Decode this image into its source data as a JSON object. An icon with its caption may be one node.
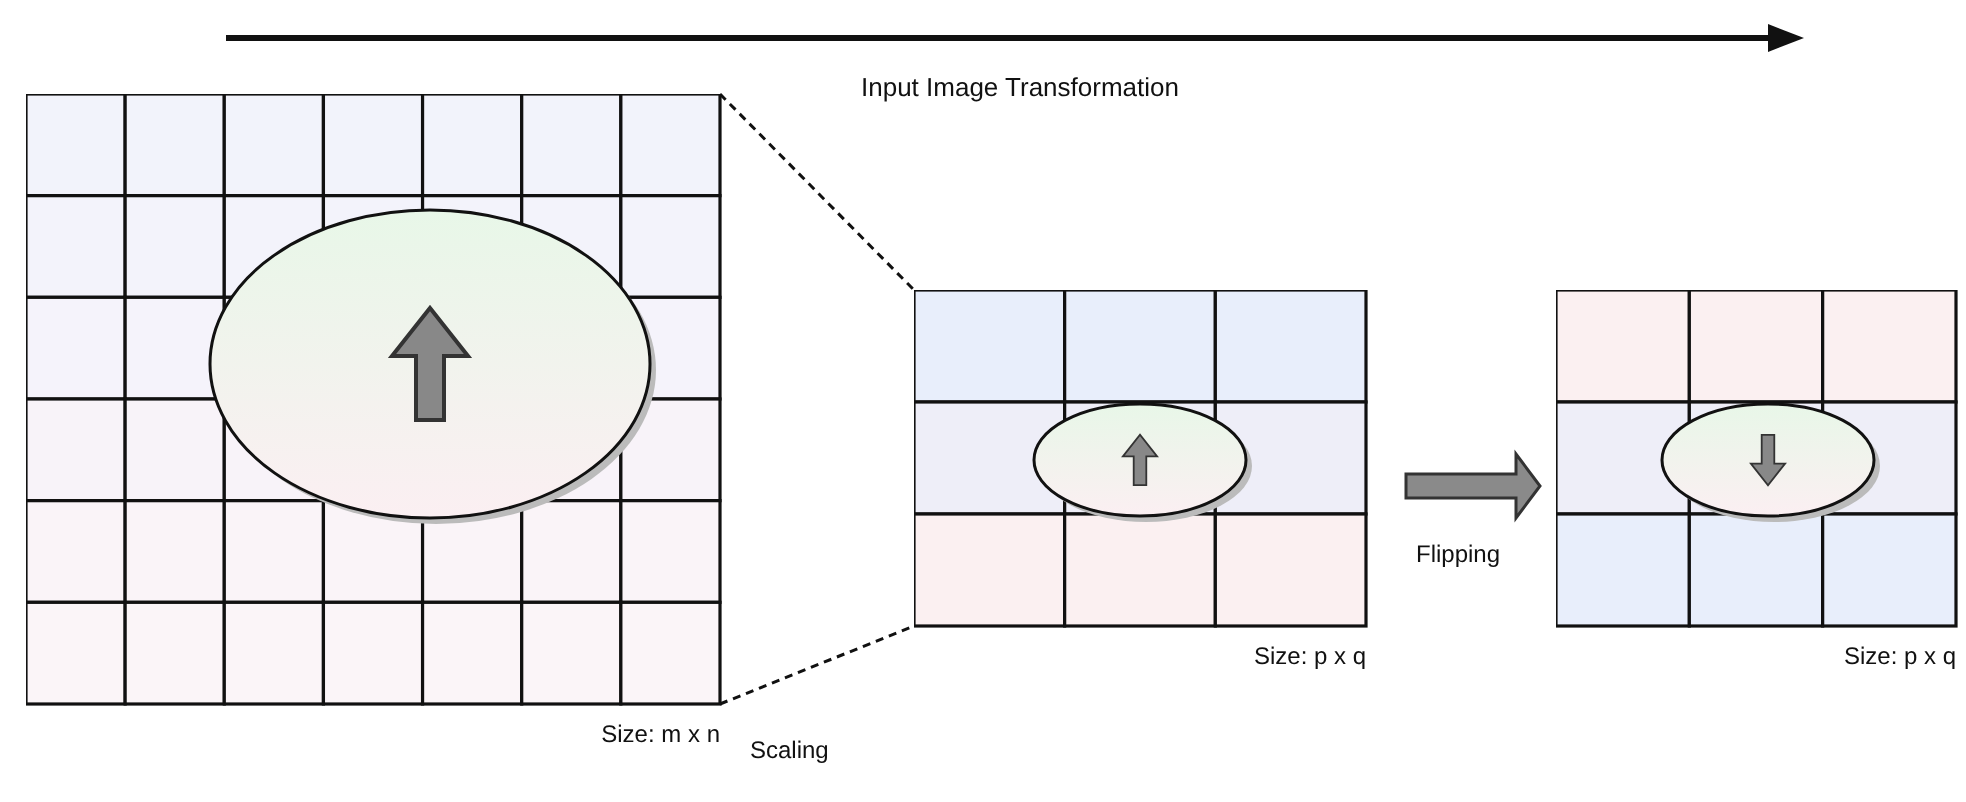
{
  "diagram": {
    "nodes": [
      {
        "text": [],
        "shape": "picture",
        "beside": [
          "Size: m x n"
        ]
      },
      {
        "text": [],
        "shape": "picture",
        "beside": [
          "Size: p x q"
        ]
      },
      {
        "text": [],
        "shape": "picture",
        "beside": [
          "Size: p x q"
        ]
      }
    ],
    "edges": [
      {
        "from": 0,
        "to": 1,
        "arrow": "none",
        "label": "Scaling",
        "style": "dashed"
      },
      {
        "from": 1,
        "to": 2,
        "arrow": "to",
        "label": "Flipping",
        "style": "thick"
      }
    ],
    "labels": [
      "Input Image Transformation"
    ]
  }
}
